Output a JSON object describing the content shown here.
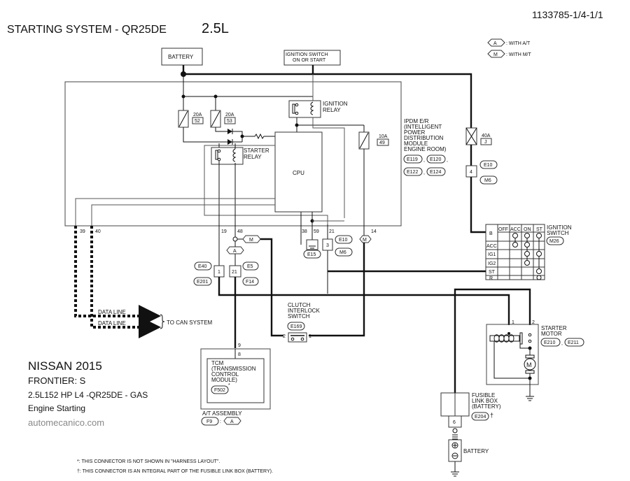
{
  "header": {
    "title": "STARTING SYSTEM - QR25DE",
    "engine": "2.5L",
    "doc_id": "1133785-1/4-1/1"
  },
  "legend": [
    {
      "code": "A",
      "text": ": WITH A/T"
    },
    {
      "code": "M",
      "text": ": WITH M/T"
    }
  ],
  "sources": {
    "battery": "BATTERY",
    "ignition_line1": "IGNITION SWITCH",
    "ignition_line2": "ON OR START"
  },
  "ipdm": {
    "label": [
      "IPDM E/R",
      "(INTELLIGENT",
      "POWER",
      "DISTRIBUTION",
      "MODULE",
      "ENGINE ROOM)"
    ],
    "connectors": [
      "E119",
      "E120",
      "E122",
      "E124"
    ],
    "cpu": "CPU",
    "ignition_relay": [
      "IGNITION",
      "RELAY"
    ],
    "starter_relay": [
      "STARTER",
      "RELAY"
    ],
    "fuses": [
      {
        "amps": "20A",
        "num": "52"
      },
      {
        "amps": "20A",
        "num": "53"
      },
      {
        "amps": "10A",
        "num": "49"
      }
    ],
    "pins": [
      "39",
      "40",
      "19",
      "48",
      "38",
      "59",
      "21",
      "14"
    ]
  },
  "fusible_link": {
    "amps": "40A",
    "num": "J",
    "pin": "4",
    "connectors": [
      "E10",
      "M6"
    ]
  },
  "ignition_switch": {
    "label": [
      "IGNITION",
      "SWITCH"
    ],
    "connector": "M26",
    "columns": [
      "OFF",
      "ACC",
      "ON",
      "ST"
    ],
    "rows": [
      "B",
      "ACC",
      "IG1",
      "IG2",
      "ST",
      "R"
    ]
  },
  "connectors": {
    "e40": "E40",
    "e201": "E201",
    "pin1": "1",
    "e5": "E5",
    "f14": "F14",
    "pin21": "21",
    "e15": "E15",
    "pin3": "3",
    "e10": "E10",
    "m6": "M6",
    "mA": "M",
    "aA": "A",
    "m14": "M"
  },
  "can": {
    "line1": "DATA LINE",
    "line2": "DATA LINE",
    "target": "TO CAN SYSTEM"
  },
  "clutch": {
    "label": [
      "CLUTCH",
      "INTERLOCK",
      "SWITCH"
    ],
    "connector": "E169",
    "pin_left": "2",
    "pin_right": "1"
  },
  "tcm": {
    "label": [
      "TCM",
      "(TRANSMISSION",
      "CONTROL",
      "MODULE)"
    ],
    "connector": "F502",
    "pin_top": "9",
    "pin_inner": "8",
    "assembly": "A/T ASSEMBLY",
    "assembly_conn": "F9",
    "assembly_code": "A"
  },
  "starter": {
    "label": [
      "STARTER",
      "MOTOR"
    ],
    "connectors": [
      "E210",
      "E211"
    ],
    "pin1": "1",
    "pin2": "2",
    "motor": "M"
  },
  "fusible_box": {
    "label": [
      "FUSIBLE",
      "LINK BOX",
      "(BATTERY)"
    ],
    "connector": "E204",
    "pin": "6"
  },
  "battery_bottom": "BATTERY",
  "vehicle": {
    "make_year": "NISSAN 2015",
    "model": "FRONTIER: S",
    "engine": "2.5L152 HP  L4 -QR25DE - GAS",
    "system": "Engine Starting",
    "site": "automecanico.com"
  },
  "notes": [
    "*: THIS CONNECTOR IS NOT SHOWN IN \"HARNESS LAYOUT\".",
    "†: THIS CONNECTOR IS AN INTEGRAL PART OF THE FUSIBLE LINK BOX (BATTERY)."
  ]
}
